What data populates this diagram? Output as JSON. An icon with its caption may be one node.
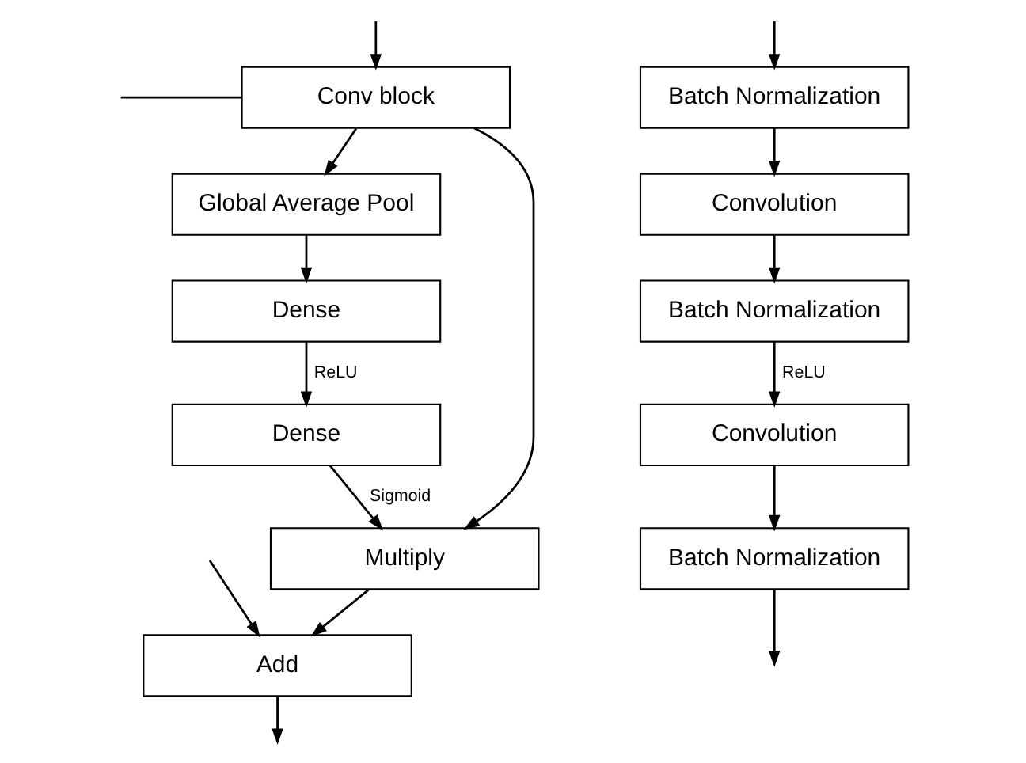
{
  "diagram": {
    "nodes": [
      {
        "text": [
          "Conv block"
        ]
      },
      {
        "text": [
          "Global Average Pool"
        ]
      },
      {
        "text": [
          "Dense"
        ]
      },
      {
        "text": [
          "Dense"
        ]
      },
      {
        "text": [
          "Multiply"
        ]
      },
      {
        "text": [
          "Add"
        ]
      },
      {
        "text": [
          "Batch Normalization"
        ]
      },
      {
        "text": [
          "Convolution"
        ]
      },
      {
        "text": [
          "Batch Normalization"
        ]
      },
      {
        "text": [
          "Convolution"
        ]
      },
      {
        "text": [
          "Batch Normalization"
        ]
      }
    ],
    "edges": [
      {
        "from": null,
        "to": 0,
        "arrow": "none"
      },
      {
        "from": null,
        "to": 0,
        "arrow": "to"
      },
      {
        "from": 0,
        "to": 1,
        "arrow": "to"
      },
      {
        "from": 0,
        "to": 4,
        "arrow": "to"
      },
      {
        "from": 1,
        "to": 2,
        "arrow": "to"
      },
      {
        "from": 2,
        "to": 3,
        "arrow": "to",
        "label": "ReLU"
      },
      {
        "from": 3,
        "to": 4,
        "arrow": "to",
        "label": "Sigmoid"
      },
      {
        "from": null,
        "to": 5,
        "arrow": "to"
      },
      {
        "from": 4,
        "to": 5,
        "arrow": "to"
      },
      {
        "from": 5,
        "to": null,
        "arrow": "to"
      },
      {
        "from": null,
        "to": 6,
        "arrow": "to"
      },
      {
        "from": 6,
        "to": 7,
        "arrow": "to"
      },
      {
        "from": 7,
        "to": 8,
        "arrow": "to"
      },
      {
        "from": 8,
        "to": 9,
        "arrow": "to",
        "label": "ReLU"
      },
      {
        "from": 9,
        "to": 10,
        "arrow": "to"
      },
      {
        "from": 10,
        "to": null,
        "arrow": "to"
      }
    ]
  }
}
